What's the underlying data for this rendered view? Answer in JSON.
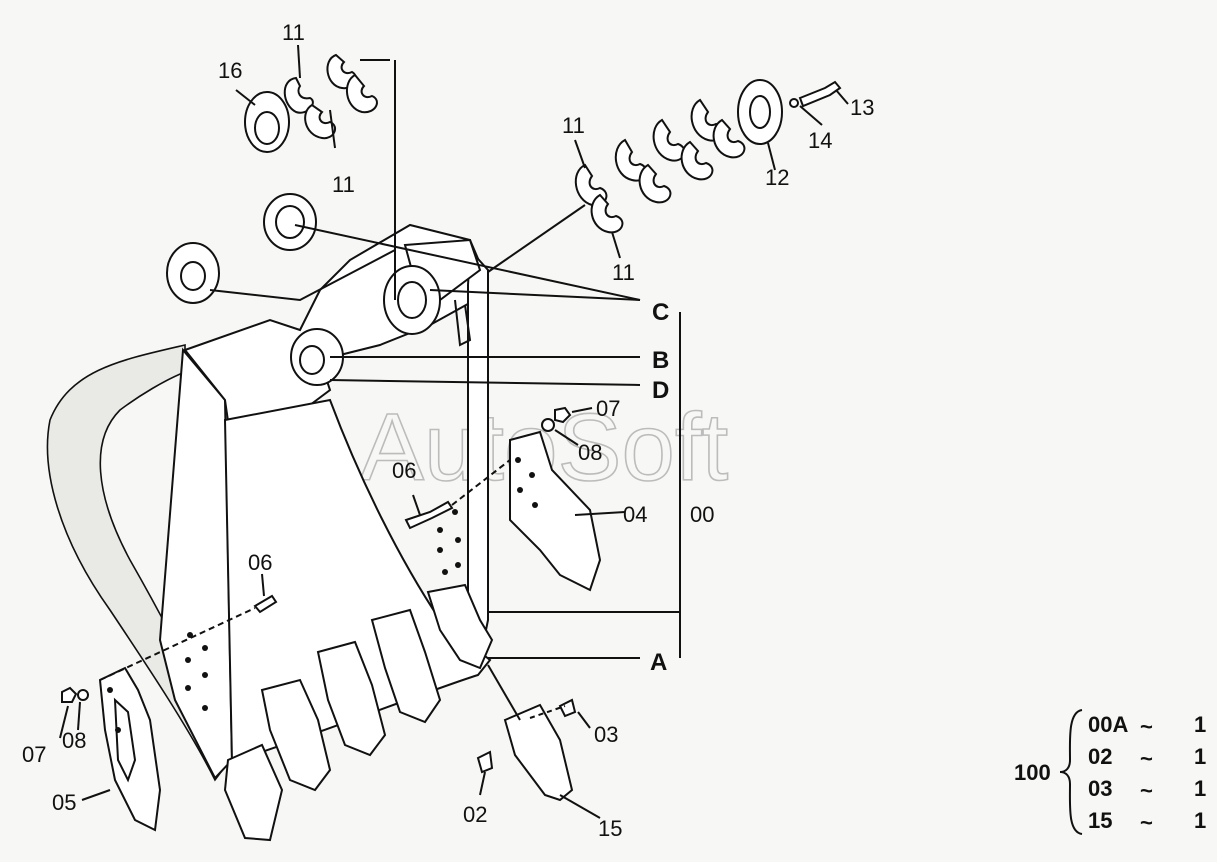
{
  "watermark": "AutoSoft",
  "callouts": {
    "p11a": "11",
    "p11b": "11",
    "p11c": "11",
    "p11d": "11",
    "p16": "16",
    "p13": "13",
    "p14": "14",
    "p12": "12",
    "C": "C",
    "B": "B",
    "D": "D",
    "A": "A",
    "p00": "00",
    "p07a": "07",
    "p08a": "08",
    "p06a": "06",
    "p04": "04",
    "p06b": "06",
    "p07b": "07",
    "p08b": "08",
    "p05": "05",
    "p03": "03",
    "p02": "02",
    "p15": "15"
  },
  "kit_table": {
    "label": "100",
    "rows": [
      {
        "part": "00A",
        "sep": "~",
        "qty": "1"
      },
      {
        "part": "02",
        "sep": "~",
        "qty": "1"
      },
      {
        "part": "03",
        "sep": "~",
        "qty": "1"
      },
      {
        "part": "15",
        "sep": "~",
        "qty": "1"
      }
    ]
  }
}
